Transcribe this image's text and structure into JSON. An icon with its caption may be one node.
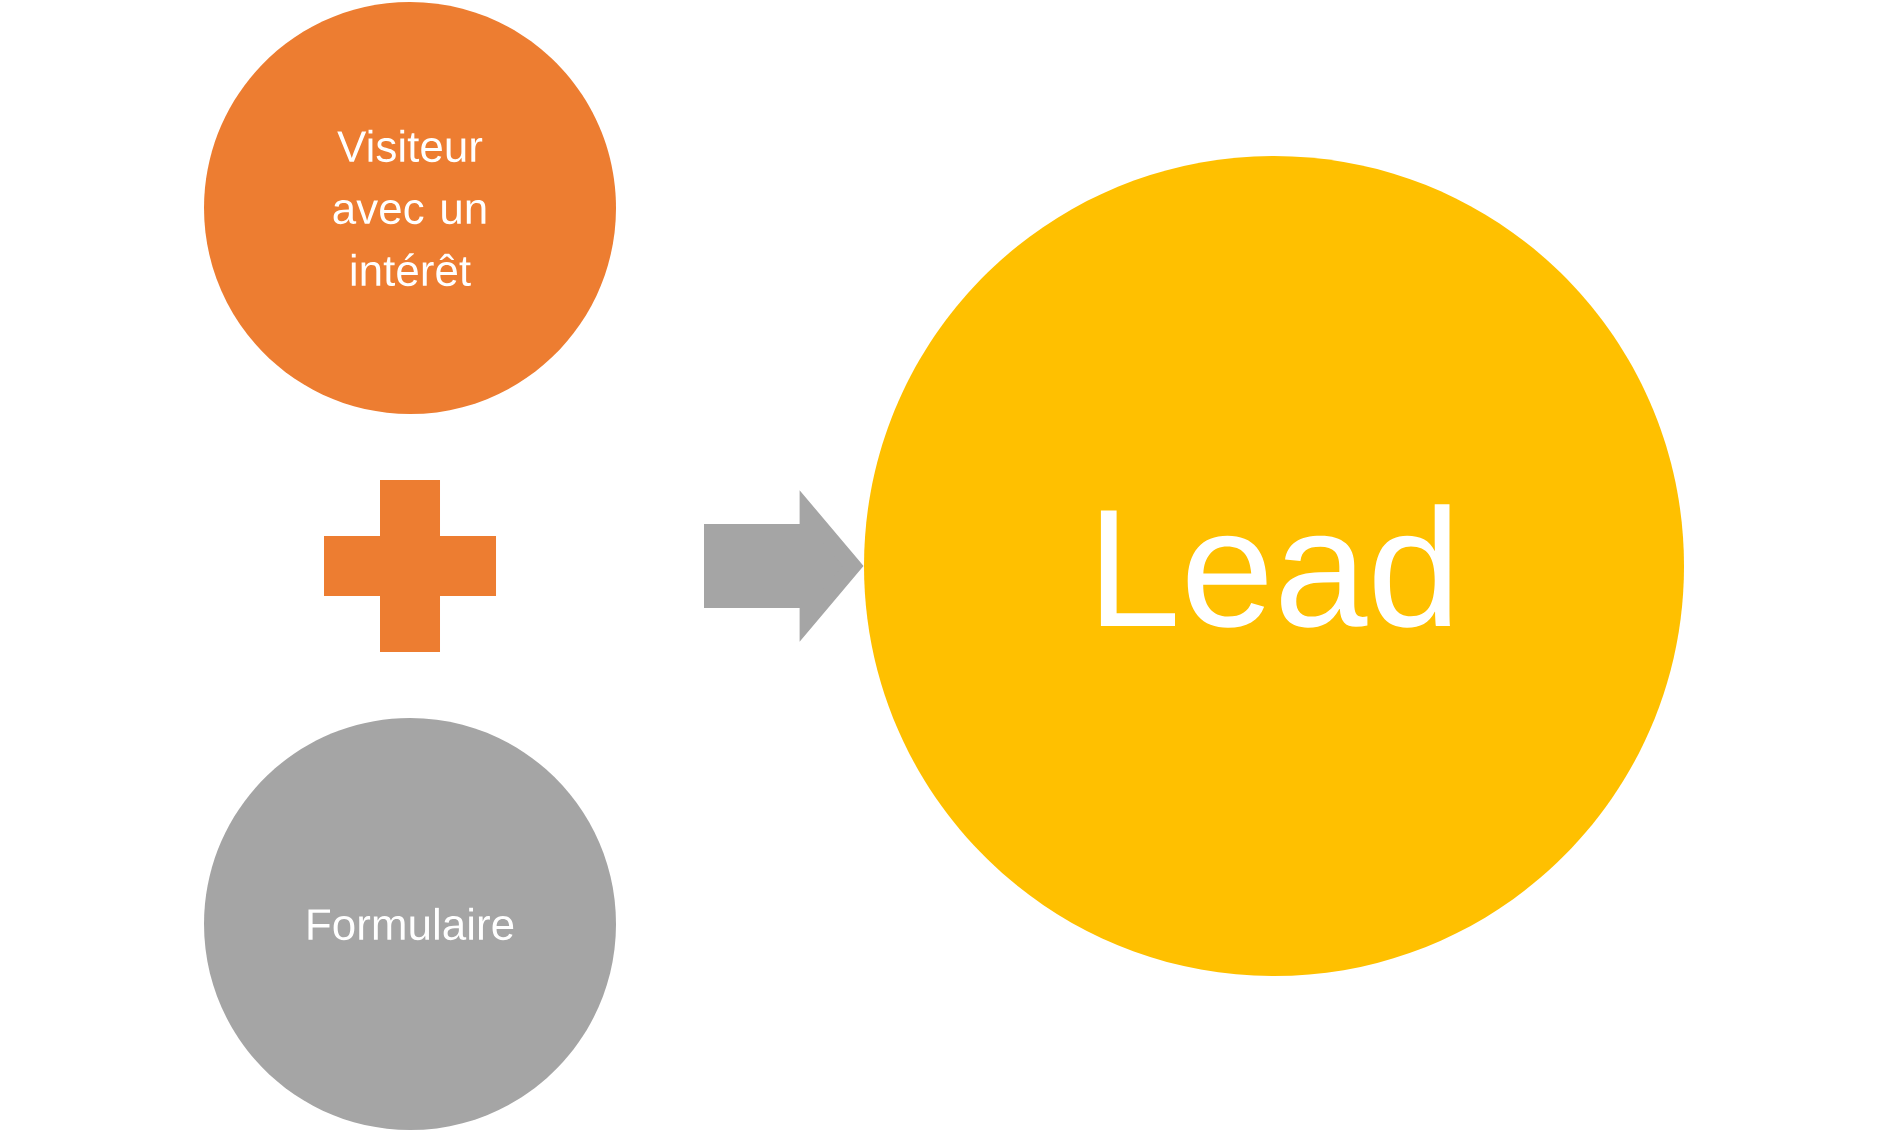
{
  "diagram": {
    "nodes": [
      {
        "text": [
          "Visiteur avec un intérêt"
        ]
      },
      {
        "text": [],
        "shape": "plus"
      },
      {
        "text": [
          "Formulaire"
        ]
      },
      {
        "text": [
          "Lead"
        ]
      }
    ],
    "edges": [
      {
        "from": null,
        "to": 3,
        "arrow": "to"
      }
    ]
  }
}
